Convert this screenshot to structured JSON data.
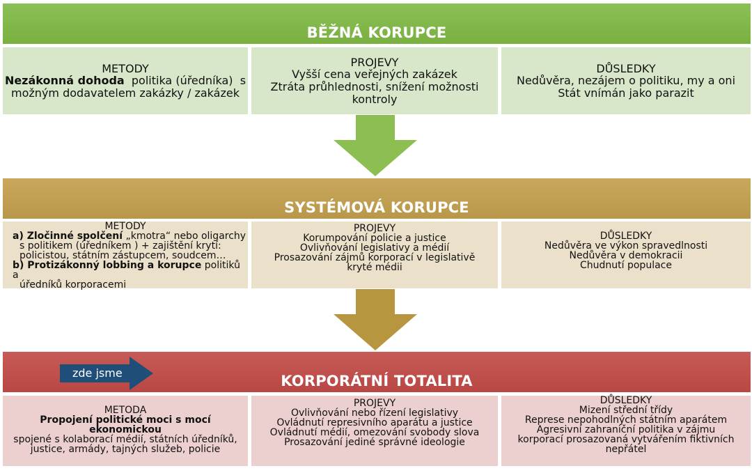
{
  "colors": {
    "green": "#79b040",
    "green_light": "#d8e7c9",
    "gold": "#b9974a",
    "gold_light": "#ebe0ca",
    "red": "#b94744",
    "red_light": "#eccfcf",
    "marker_blue": "#1f4e79"
  },
  "stages": [
    {
      "title": "BĚŽNÁ KORUPCE",
      "methods": {
        "header": "METODY",
        "bold": "Nezákonná dohoda",
        "line1_rest": "  politika (úředníka)  s",
        "line2": "možným dodavatelem zakázky / zakázek"
      },
      "manifestations": {
        "header": "PROJEVY",
        "lines": [
          "Vyšší cena veřejných zakázek",
          "Ztráta průhlednosti, snížení možnosti",
          "kontroly"
        ]
      },
      "consequences": {
        "header": "DŮSLEDKY",
        "lines": [
          "Nedůvěra, nezájem o politiku, my a oni",
          "Stát vnímán jako parazit"
        ]
      }
    },
    {
      "title": "SYSTÉMOVÁ KORUPCE",
      "methods": {
        "header": "METODY",
        "a_bold": "a) Zločinné spolčení",
        "a_rest": " „kmotra“ nebo oligarchy",
        "a_line2": "s politikem (úředníkem ) + zajištění krytí:",
        "a_line3": "policistou, státním zástupcem, soudcem…",
        "b_bold": "b) Protizákonný lobbing a korupce",
        "b_rest": " politiků a",
        "b_line2": "úředníků korporacemi"
      },
      "manifestations": {
        "header": "PROJEVY",
        "lines": [
          "Korumpování policie a justice",
          "Ovlivňování legislativy a médií",
          "Prosazování zájmů korporací v legislativě",
          "kryté médii"
        ]
      },
      "consequences": {
        "header": "DŮSLEDKY",
        "lines": [
          "Nedůvěra ve výkon spravedlnosti",
          "Nedůvěra v demokracii",
          "Chudnutí populace"
        ]
      }
    },
    {
      "title": "KORPORÁTNÍ TOTALITA",
      "marker": "zde jsme",
      "methods": {
        "header": "METODA",
        "bold": "Propojení politické moci s  mocí ekonomickou",
        "lines": [
          "spojené s kolaborací médií, státních úředníků,",
          "justice, armády, tajných služeb, policie"
        ]
      },
      "manifestations": {
        "header": "PROJEVY",
        "lines": [
          "Ovlivňování  nebo řízení legislativy",
          "Ovládnutí represivního aparátu a justice",
          "Ovládnutí médií, omezování svobody slova",
          "Prosazování jediné správné ideologie"
        ]
      },
      "consequences": {
        "header": "DŮSLEDKY",
        "lines": [
          "Mizení střední třídy",
          "Represe nepohodlných státním aparátem",
          "Agresivní zahraniční politika v zájmu",
          "korporací prosazovaná vytvářením fiktivních",
          "nepřátel"
        ]
      }
    }
  ]
}
